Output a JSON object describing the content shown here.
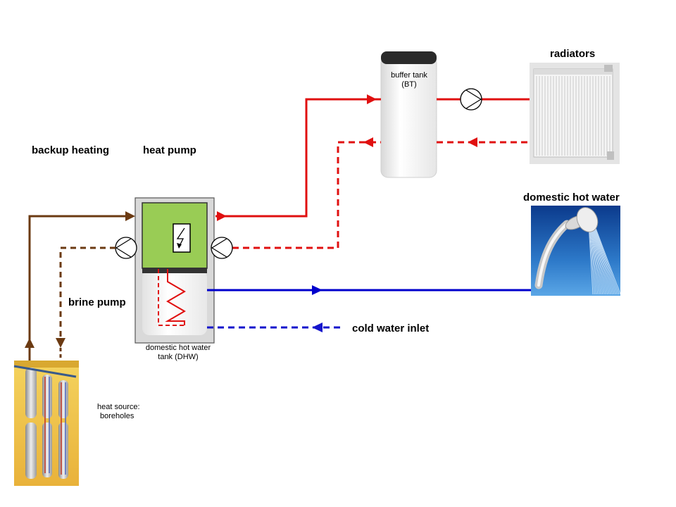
{
  "labels": {
    "backup_heating": "backup heating",
    "heat_pump": "heat pump",
    "brine_pump": "brine pump",
    "radiators": "radiators",
    "domestic_hot_water": "domestic hot water",
    "cold_water_inlet": "cold water inlet",
    "buffer_tank_line1": "buffer tank",
    "buffer_tank_line2": "(BT)",
    "dhw_tank_line1": "domestic hot water",
    "dhw_tank_line2": "tank (DHW)",
    "heat_source_line1": "heat source:",
    "heat_source_line2": "boreholes"
  },
  "colors": {
    "heating_flow": "#e01010",
    "heating_return": "#e01010",
    "domestic_hot_water": "#0000cc",
    "cold_water": "#1515cc",
    "brine": "#6b3a12",
    "heat_pump_unit": "#99cc55",
    "casing": "#d9d9d9"
  },
  "icons": {
    "electric": "lightning-bolt-icon",
    "pump": "pump-icon",
    "flow_direction": "flow-arrow-icon",
    "radiator": "radiator-image",
    "shower": "shower-head-image",
    "boreholes": "boreholes-image"
  }
}
